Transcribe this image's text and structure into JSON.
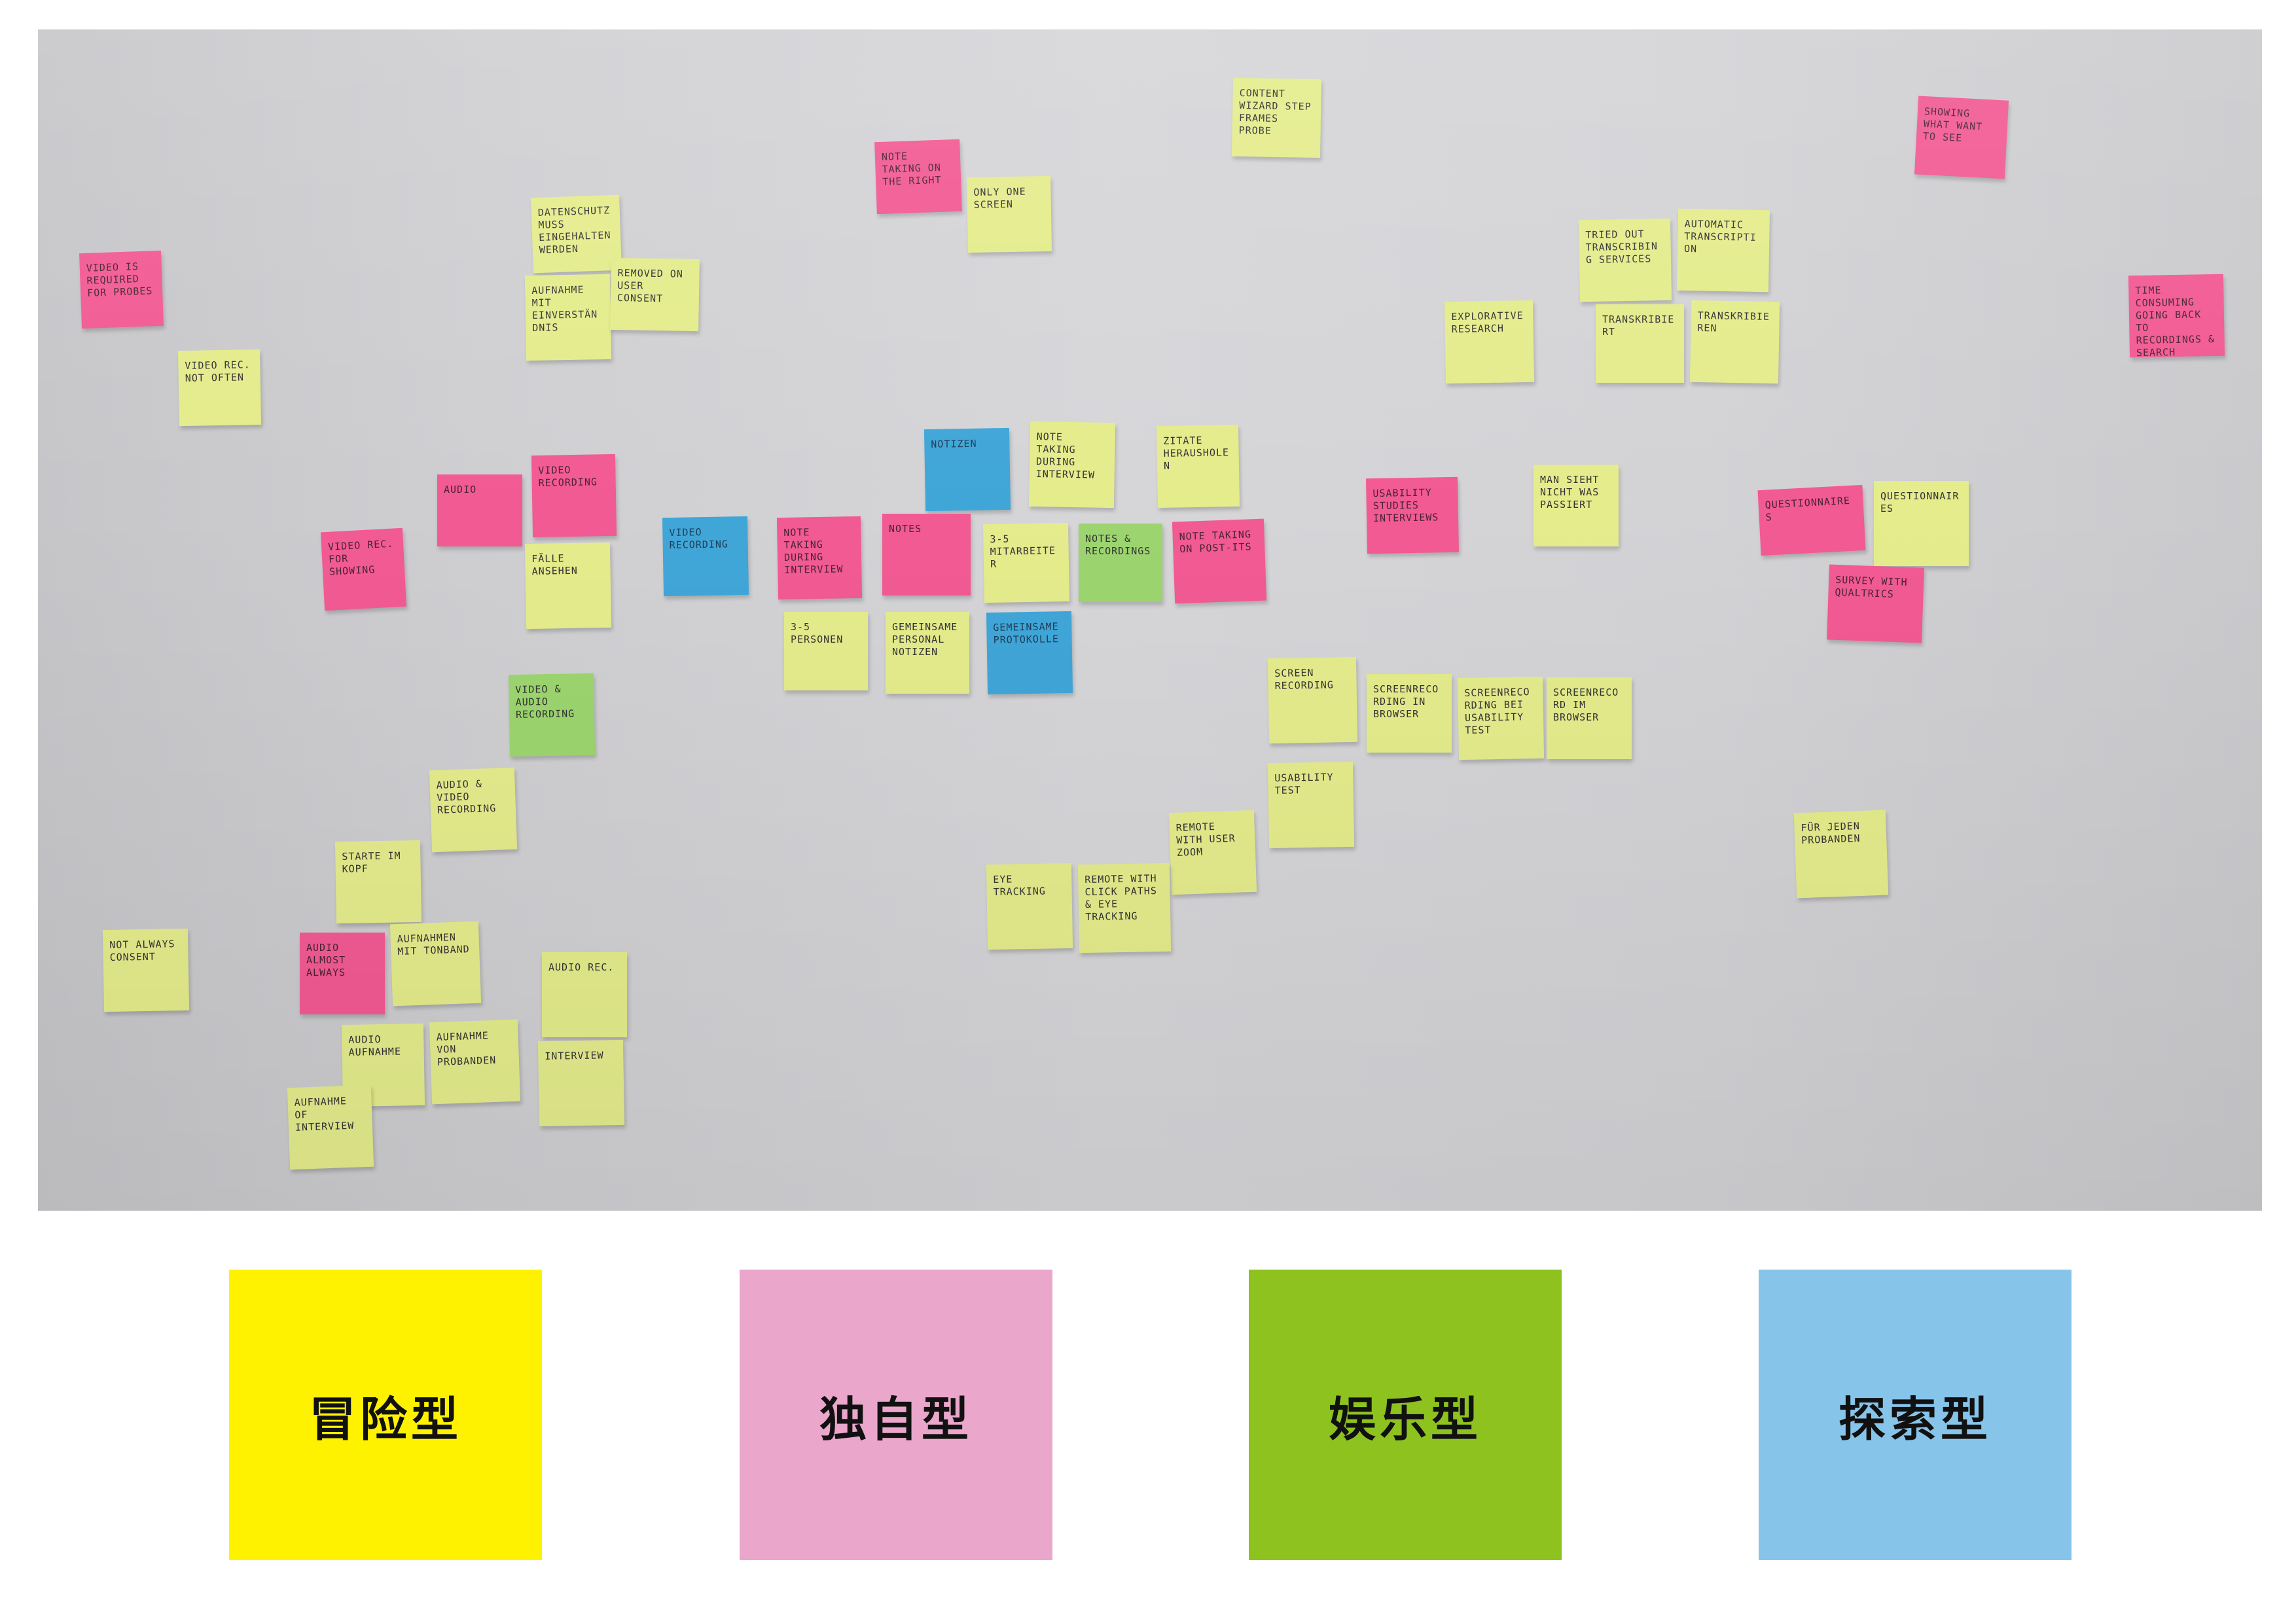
{
  "notes": [
    {
      "id": "n1",
      "color": "yellow",
      "text": "CONTENT WIZARD STEP FRAMES PROBE"
    },
    {
      "id": "n2",
      "color": "pink",
      "text": "SHOWING WHAT WANT TO SEE"
    },
    {
      "id": "n3",
      "color": "pink",
      "text": "NOTE TAKING ON THE RIGHT"
    },
    {
      "id": "n4",
      "color": "yellow",
      "text": "ONLY ONE SCREEN"
    },
    {
      "id": "n5",
      "color": "yellow",
      "text": "DATENSCHUTZ MUSS EINGEHALTEN WERDEN"
    },
    {
      "id": "n6",
      "color": "pink",
      "text": "VIDEO IS REQUIRED FOR PROBES"
    },
    {
      "id": "n7",
      "color": "yellow",
      "text": "AUFNAHME MIT EINVERSTÄNDNIS"
    },
    {
      "id": "n8",
      "color": "yellow",
      "text": "REMOVED ON USER CONSENT"
    },
    {
      "id": "n9",
      "color": "yellow",
      "text": "VIDEO REC. NOT OFTEN"
    },
    {
      "id": "n10",
      "color": "yellow",
      "text": "TRIED OUT TRANSCRIBING SERVICES"
    },
    {
      "id": "n11",
      "color": "yellow",
      "text": "AUTOMATIC TRANSCRIPTION"
    },
    {
      "id": "n12",
      "color": "yellow",
      "text": "EXPLORATIVE RESEARCH"
    },
    {
      "id": "n13",
      "color": "yellow",
      "text": "TRANSKRIBIERT"
    },
    {
      "id": "n14",
      "color": "yellow",
      "text": "TRANSKRIBIEREN"
    },
    {
      "id": "n15",
      "color": "pink",
      "text": "TIME CONSUMING GOING BACK TO RECORDINGS & SEARCH"
    },
    {
      "id": "n16",
      "color": "blue",
      "text": "NOTIZEN"
    },
    {
      "id": "n17",
      "color": "yellow",
      "text": "NOTE TAKING DURING INTERVIEW"
    },
    {
      "id": "n18",
      "color": "yellow",
      "text": "ZITATE HERAUSHOLEN"
    },
    {
      "id": "n19",
      "color": "pink",
      "text": "AUDIO"
    },
    {
      "id": "n20",
      "color": "pink",
      "text": "VIDEO RECORDING"
    },
    {
      "id": "n21",
      "color": "pink",
      "text": "USABILITY STUDIES INTERVIEWS"
    },
    {
      "id": "n22",
      "color": "yellow",
      "text": "MAN SIEHT NICHT WAS PASSIERT"
    },
    {
      "id": "n23",
      "color": "pink",
      "text": "QUESTIONNAIRES"
    },
    {
      "id": "n24",
      "color": "yellow",
      "text": "QUESTIONNAIRES"
    },
    {
      "id": "n25",
      "color": "pink",
      "text": "VIDEO REC. FOR SHOWING"
    },
    {
      "id": "n26",
      "color": "blue",
      "text": "VIDEO RECORDING"
    },
    {
      "id": "n27",
      "color": "pink",
      "text": "NOTE TAKING DURING INTERVIEW"
    },
    {
      "id": "n28",
      "color": "pink",
      "text": "NOTES"
    },
    {
      "id": "n29",
      "color": "yellow",
      "text": "3-5 MITARBEITER"
    },
    {
      "id": "n30",
      "color": "green",
      "text": "NOTES & RECORDINGS"
    },
    {
      "id": "n31",
      "color": "pink",
      "text": "NOTE TAKING ON POST-ITS"
    },
    {
      "id": "n32",
      "color": "yellow",
      "text": "FÄLLE ANSEHEN"
    },
    {
      "id": "n33",
      "color": "pink",
      "text": "SURVEY WITH QUALTRICS"
    },
    {
      "id": "n34",
      "color": "yellow",
      "text": "3-5 PERSONEN"
    },
    {
      "id": "n35",
      "color": "yellow",
      "text": "GEMEINSAME PERSONAL NOTIZEN"
    },
    {
      "id": "n36",
      "color": "blue",
      "text": "GEMEINSAME PROTOKOLLE"
    },
    {
      "id": "n37",
      "color": "green",
      "text": "VIDEO & AUDIO RECORDING"
    },
    {
      "id": "n38",
      "color": "yellow",
      "text": "SCREEN RECORDING"
    },
    {
      "id": "n39",
      "color": "yellow",
      "text": "SCREENRECORDING IN BROWSER"
    },
    {
      "id": "n40",
      "color": "yellow",
      "text": "SCREENRECORDING BEI USABILITY TEST"
    },
    {
      "id": "n41",
      "color": "yellow",
      "text": "SCREENRECORD IM BROWSER"
    },
    {
      "id": "n42",
      "color": "yellow",
      "text": "AUDIO & VIDEO RECORDING"
    },
    {
      "id": "n43",
      "color": "yellow",
      "text": "USABILITY TEST"
    },
    {
      "id": "n44",
      "color": "yellow",
      "text": "REMOTE WITH USER ZOOM"
    },
    {
      "id": "n45",
      "color": "yellow",
      "text": "FÜR JEDEN PROBANDEN"
    },
    {
      "id": "n46",
      "color": "yellow",
      "text": "STARTE IM KOPF"
    },
    {
      "id": "n47",
      "color": "yellow",
      "text": "EYE TRACKING"
    },
    {
      "id": "n48",
      "color": "yellow",
      "text": "REMOTE WITH CLICK PATHS & EYE TRACKING"
    },
    {
      "id": "n49",
      "color": "yellow",
      "text": "NOT ALWAYS CONSENT"
    },
    {
      "id": "n50",
      "color": "pink",
      "text": "AUDIO ALMOST ALWAYS"
    },
    {
      "id": "n51",
      "color": "yellow",
      "text": "AUFNAHMEN MIT TONBAND"
    },
    {
      "id": "n52",
      "color": "yellow",
      "text": "AUDIO REC."
    },
    {
      "id": "n53",
      "color": "yellow",
      "text": "AUDIO AUFNAHME"
    },
    {
      "id": "n54",
      "color": "yellow",
      "text": "AUFNAHME VON PROBANDEN"
    },
    {
      "id": "n55",
      "color": "yellow",
      "text": "INTERVIEW"
    },
    {
      "id": "n56",
      "color": "yellow",
      "text": "AUFNAHME OF INTERVIEW"
    }
  ],
  "legend": [
    {
      "label": "冒险型",
      "color": "#fff200"
    },
    {
      "label": "独自型",
      "color": "#ea a6cb"
    },
    {
      "label": "娱乐型",
      "color": "#8dc21f"
    },
    {
      "label": "探索型",
      "color": "#87c4ea"
    }
  ]
}
